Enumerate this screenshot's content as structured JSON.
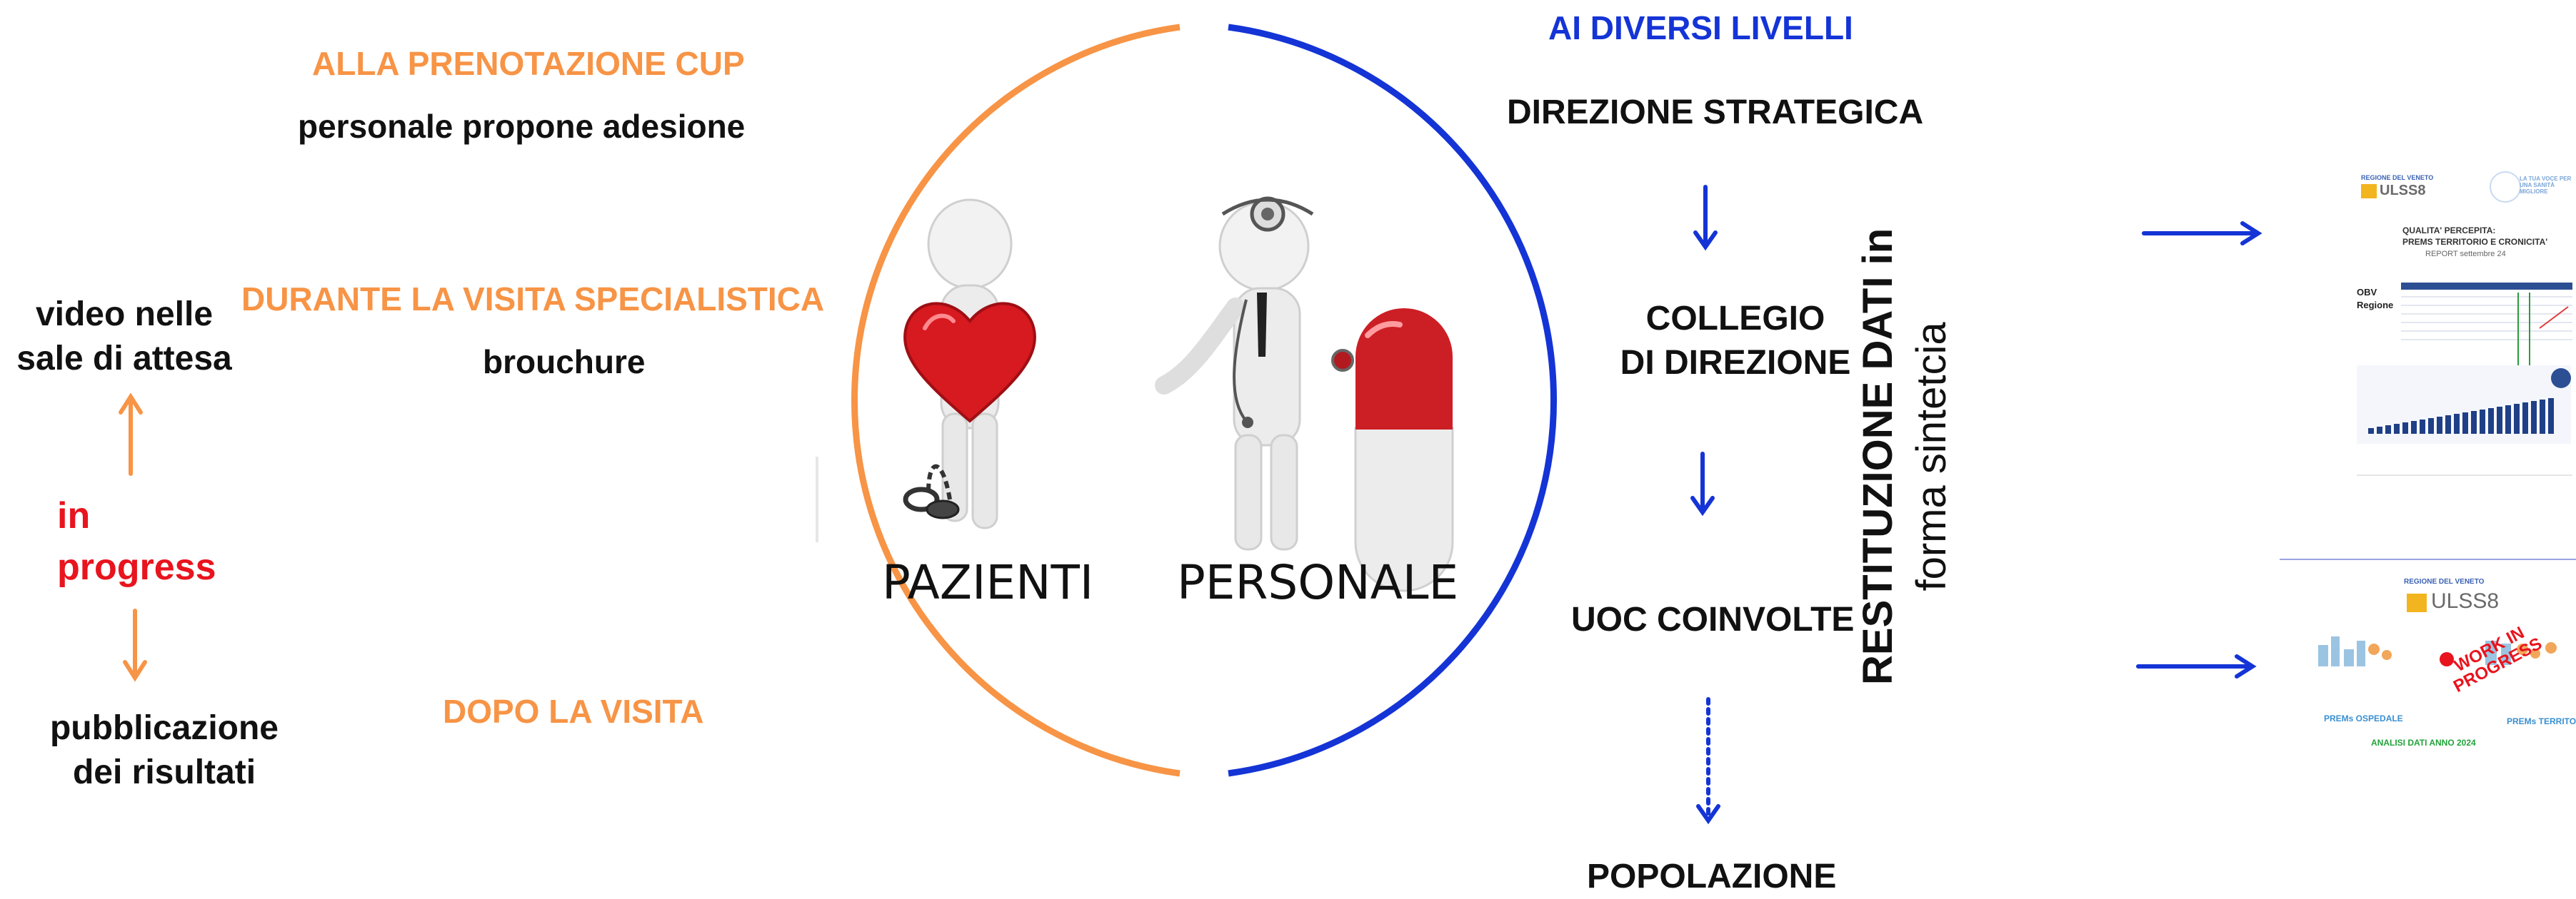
{
  "left": {
    "booking_heading": "ALLA PRENOTAZIONE CUP",
    "booking_text": "personale propone adesione",
    "visit_heading": "DURANTE LA  VISITA SPECIALISTICA",
    "visit_text": "brouchure",
    "video_text_1": "video nelle",
    "video_text_2": "sale di attesa",
    "in_progress_1": "in",
    "in_progress_2": "progress",
    "publication_1": "pubblicazione",
    "publication_2": "dei risultati",
    "after_heading": "DOPO LA VISITA"
  },
  "center": {
    "patients_label": "PAZIENTI",
    "staff_label": "PERSONALE"
  },
  "levels": {
    "heading": "AI DIVERSI LIVELLI",
    "items": [
      "DIREZIONE  STRATEGICA",
      "COLLEGIO",
      "DI DIREZIONE",
      "UOC COINVOLTE",
      "POPOLAZIONE"
    ]
  },
  "restitution": {
    "line1": "RESTITUZIONE DATI in",
    "line2": "forma sintetcia"
  },
  "report1": {
    "region": "REGIONE DEL VENETO",
    "org": "ULSS8",
    "tagline": "LA TUA VOCE PER UNA SANITÀ MIGLIORE",
    "title1": "QUALITA' PERCEPITA:",
    "title2": "PREMS TERRITORIO E CRONICITA'",
    "subtitle": "REPORT settembre 24",
    "obv": "OBV",
    "regione": "Regione"
  },
  "report2": {
    "region": "REGIONE DEL VENETO",
    "org": "ULSS8",
    "stamp": "WORK IN PROGRESS",
    "label_left": "PREMs OSPEDALE",
    "label_right": "PREMs TERRITO",
    "footer": "ANALISI DATI ANNO 2024"
  },
  "colors": {
    "orange": "#f79446",
    "blue": "#1434d6",
    "red": "#e8141e",
    "black": "#111111"
  }
}
